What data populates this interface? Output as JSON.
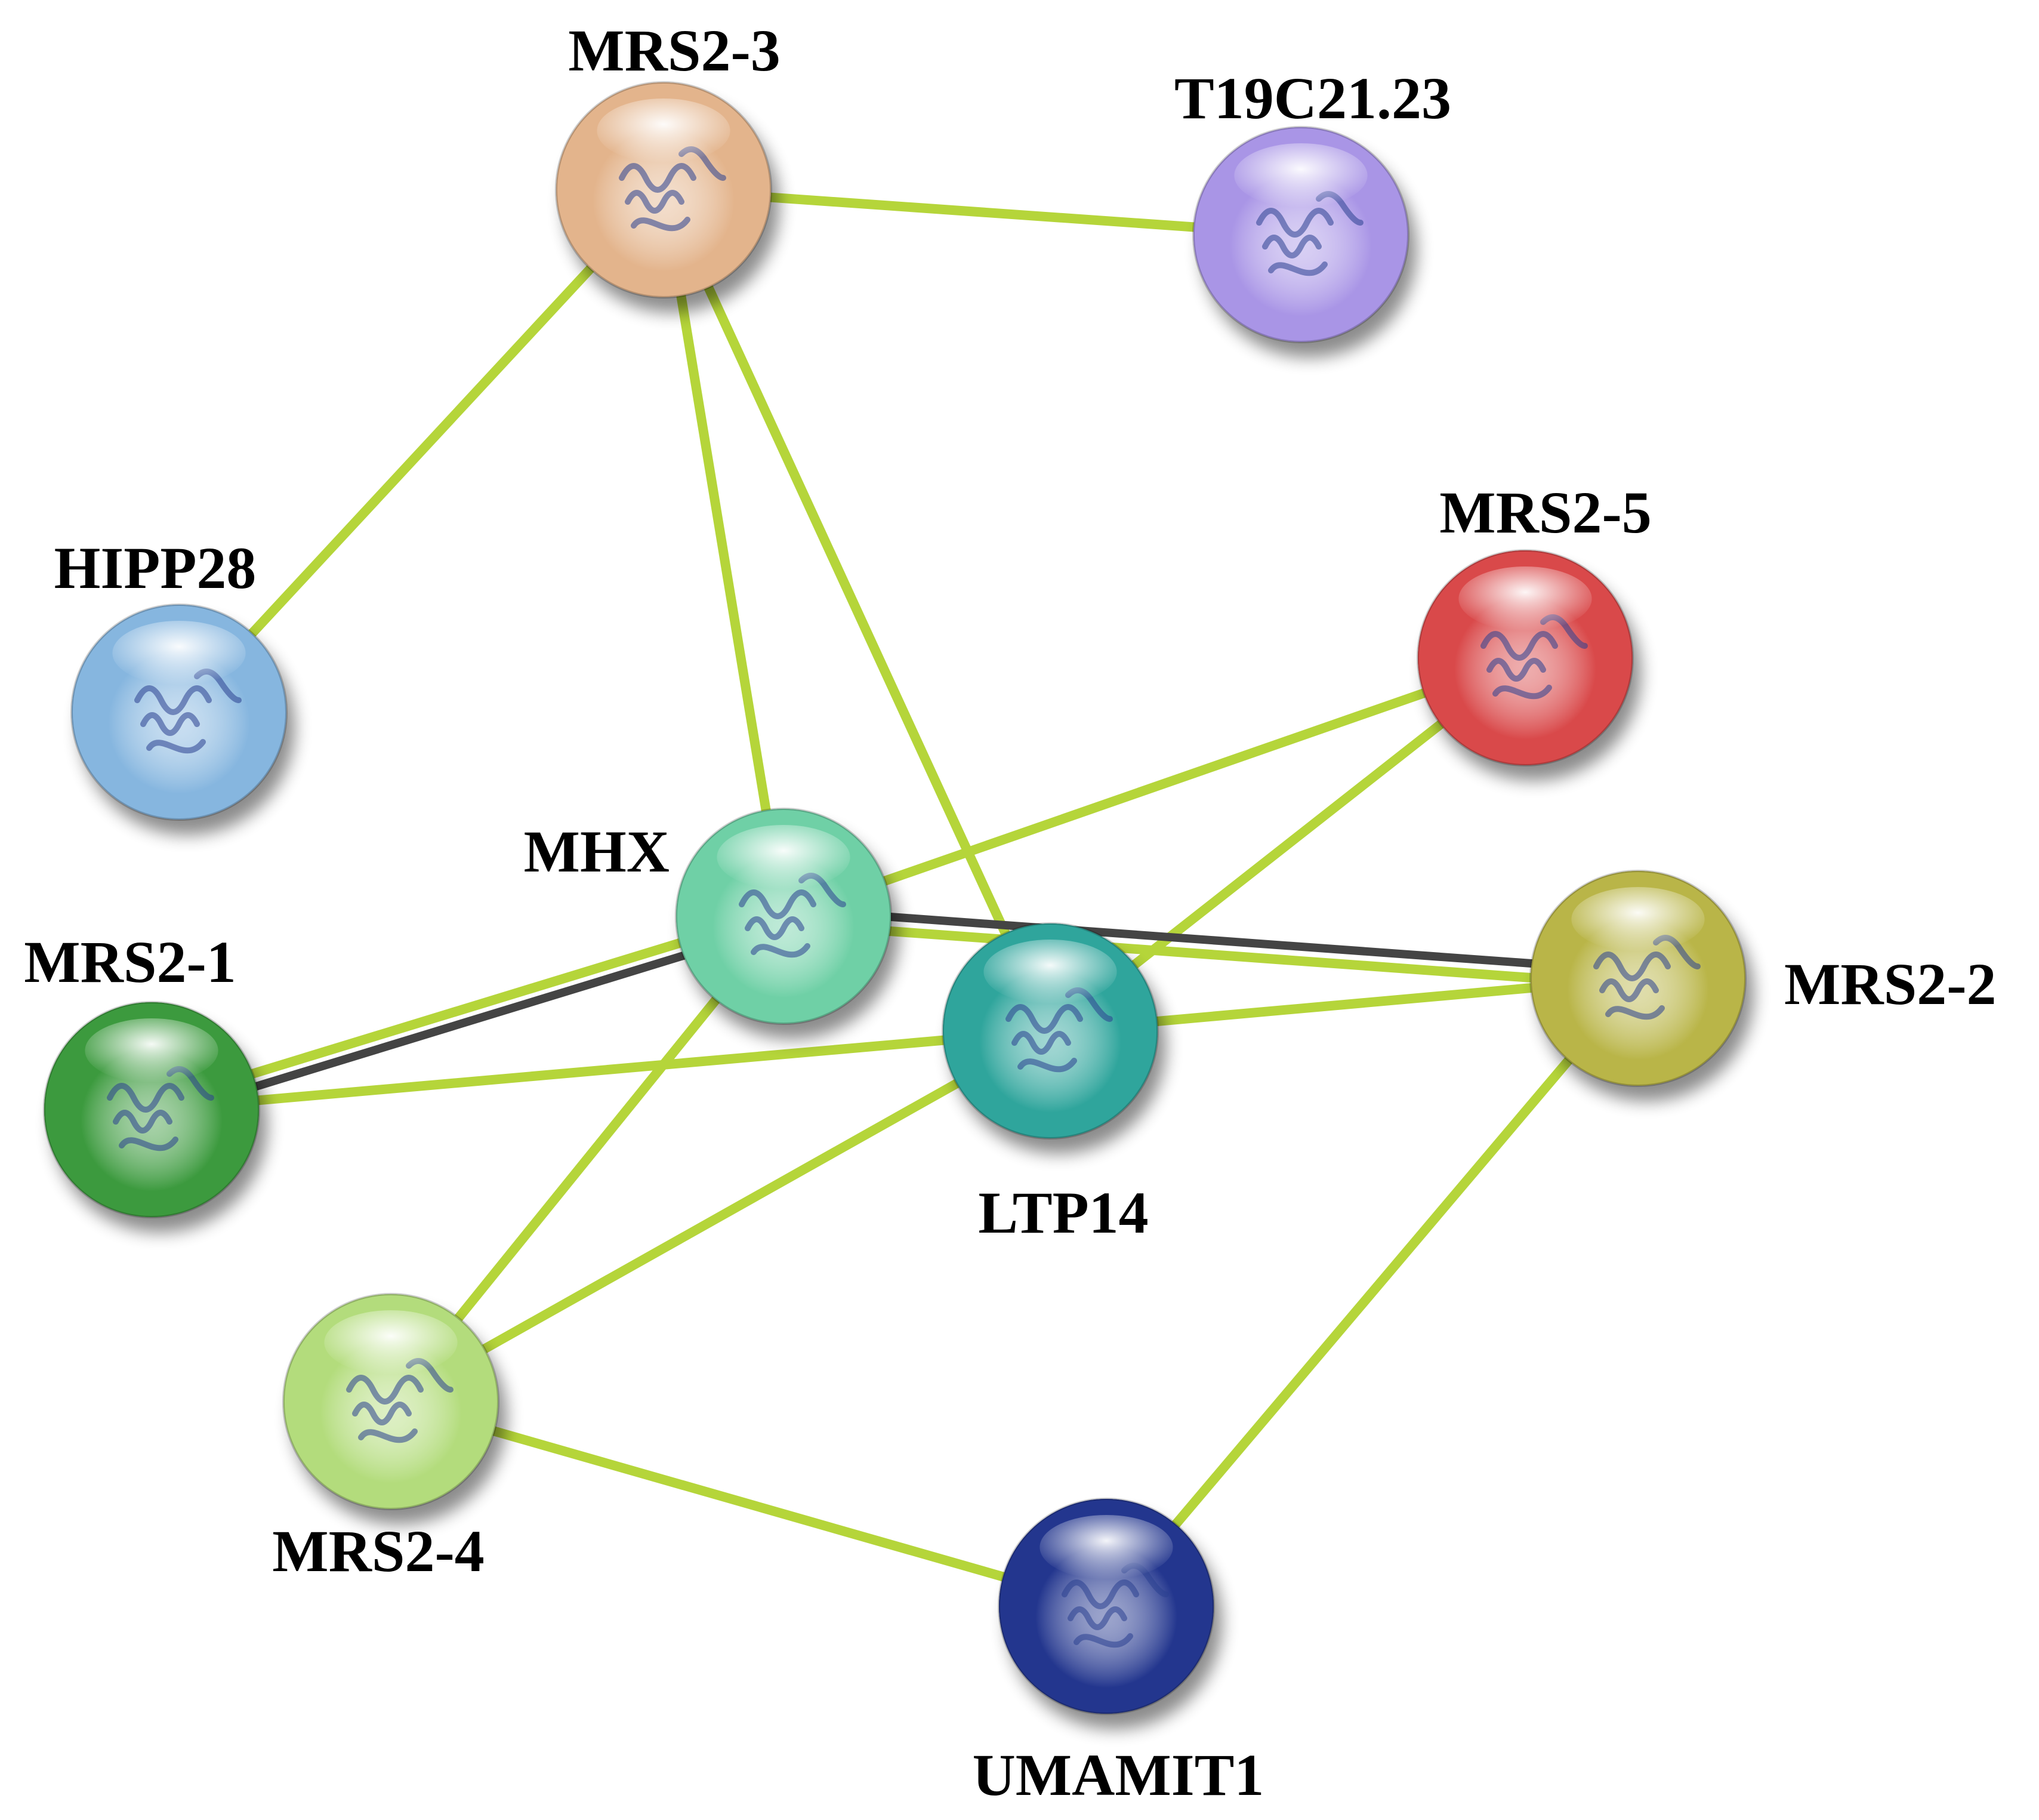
{
  "network": {
    "nodes": [
      {
        "id": "MRS2-3",
        "label": "MRS2-3",
        "color": "#e3b48c"
      },
      {
        "id": "T19C21.23",
        "label": "T19C21.23",
        "color": "#a995e6"
      },
      {
        "id": "HIPP28",
        "label": "HIPP28",
        "color": "#86b6df"
      },
      {
        "id": "MRS2-5",
        "label": "MRS2-5",
        "color": "#d9494a"
      },
      {
        "id": "MHX",
        "label": "MHX",
        "color": "#6fd0a6"
      },
      {
        "id": "MRS2-1",
        "label": "MRS2-1",
        "color": "#3c9a3e"
      },
      {
        "id": "LTP14",
        "label": "LTP14",
        "color": "#2fa59c"
      },
      {
        "id": "MRS2-2",
        "label": "MRS2-2",
        "color": "#b9b548"
      },
      {
        "id": "MRS2-4",
        "label": "MRS2-4",
        "color": "#b3dc7c"
      },
      {
        "id": "UMAMIT1",
        "label": "UMAMIT1",
        "color": "#23368e"
      }
    ],
    "edges": [
      {
        "source": "MRS2-3",
        "target": "T19C21.23",
        "type": "textmining"
      },
      {
        "source": "MRS2-3",
        "target": "HIPP28",
        "type": "textmining"
      },
      {
        "source": "MRS2-3",
        "target": "MHX",
        "type": "textmining"
      },
      {
        "source": "MRS2-3",
        "target": "LTP14",
        "type": "textmining"
      },
      {
        "source": "MRS2-5",
        "target": "MHX",
        "type": "textmining"
      },
      {
        "source": "MRS2-5",
        "target": "LTP14",
        "type": "textmining"
      },
      {
        "source": "MHX",
        "target": "MRS2-1",
        "type": "textmining"
      },
      {
        "source": "MHX",
        "target": "MRS2-1",
        "type": "coexpression"
      },
      {
        "source": "MHX",
        "target": "MRS2-2",
        "type": "textmining"
      },
      {
        "source": "MHX",
        "target": "MRS2-2",
        "type": "coexpression"
      },
      {
        "source": "MHX",
        "target": "MRS2-4",
        "type": "textmining"
      },
      {
        "source": "LTP14",
        "target": "MRS2-1",
        "type": "textmining"
      },
      {
        "source": "LTP14",
        "target": "MRS2-2",
        "type": "textmining"
      },
      {
        "source": "LTP14",
        "target": "MRS2-4",
        "type": "textmining"
      },
      {
        "source": "MRS2-4",
        "target": "UMAMIT1",
        "type": "textmining"
      },
      {
        "source": "MRS2-2",
        "target": "UMAMIT1",
        "type": "textmining"
      }
    ],
    "edge_colors": {
      "textmining": "#b5d53a",
      "coexpression": "#444444"
    }
  }
}
